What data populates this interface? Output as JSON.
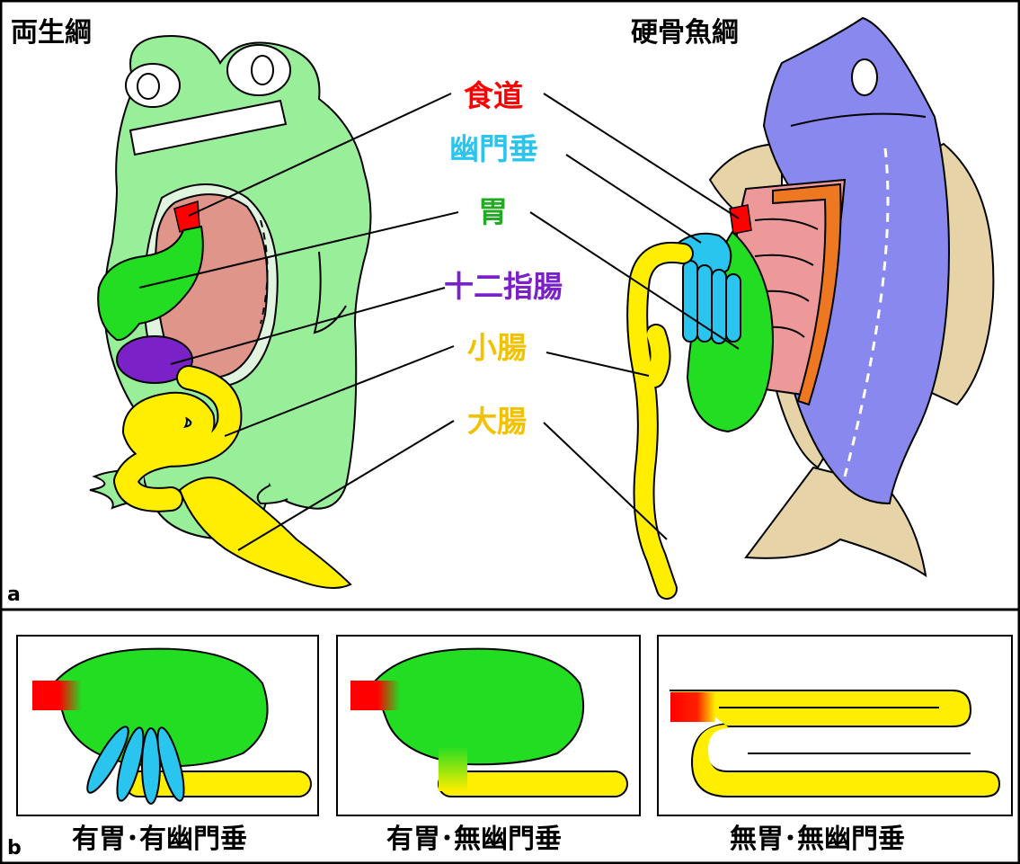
{
  "panel_a": {
    "letter": "a",
    "left_title": "両生綱",
    "right_title": "硬骨魚綱",
    "labels": {
      "esophagus": "食道",
      "pyloric_caeca": "幽門垂",
      "stomach": "胃",
      "duodenum": "十二指腸",
      "small_intestine": "小腸",
      "large_intestine": "大腸"
    }
  },
  "panel_b": {
    "letter": "b",
    "captions": [
      "有胃･有幽門垂",
      "有胃･無幽門垂",
      "無胃･無幽門垂"
    ]
  },
  "colors": {
    "esophagus": "#ff0000",
    "pyloric_caeca": "#29c5ee",
    "stomach": "#22dd22",
    "duodenum": "#7a22c8",
    "intestine": "#ffee00",
    "frog_body": "#99ee99",
    "fish_body": "#8888ee",
    "fin": "#e6d3a8",
    "gill": "#ee9999",
    "kidney": "#ee7722"
  }
}
